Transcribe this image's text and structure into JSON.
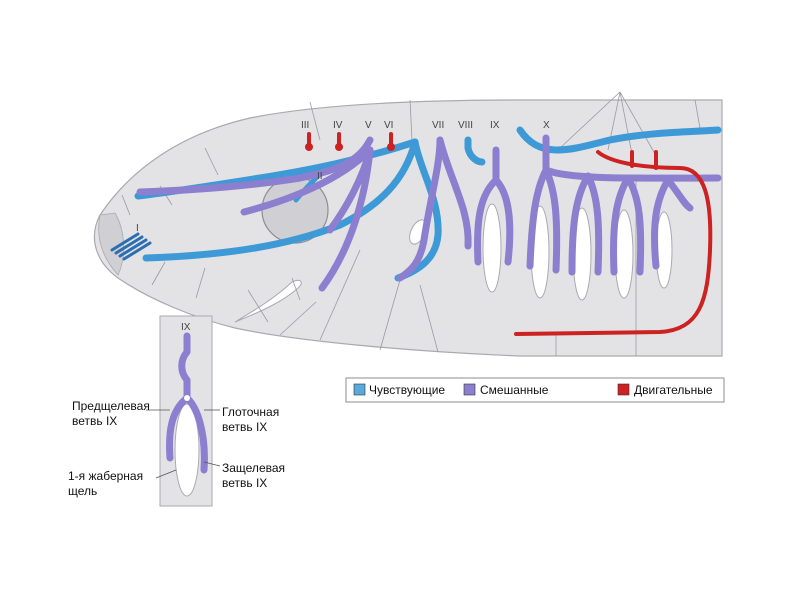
{
  "nerve_labels": {
    "I": "I",
    "II": "II",
    "III": "III",
    "IV": "IV",
    "V": "V",
    "VI": "VI",
    "VII": "VII",
    "VIII": "VIII",
    "IX": "IX",
    "X": "X"
  },
  "inset": {
    "label_ix": "IX",
    "pretrematic_1": "Предщелевая",
    "pretrematic_2": "ветвь IX",
    "pharyngeal_1": "Глоточная",
    "pharyngeal_2": "ветвь IX",
    "posttrematic_1": "Защелевая",
    "posttrematic_2": "ветвь IX",
    "gill_slit_1": "1-я жаберная",
    "gill_slit_2": "щель"
  },
  "legend": [
    {
      "label": "Чувствующие",
      "color": "#5aa9dc"
    },
    {
      "label": "Смешанные",
      "color": "#8d7fcf"
    },
    {
      "label": "Двигательные",
      "color": "#cc2222"
    }
  ],
  "colors": {
    "sensory": "#3d9ad6",
    "mixed": "#8d7fcf",
    "motor": "#cc2222",
    "body": "#e3e3e6",
    "outline": "#a9a9b1"
  }
}
